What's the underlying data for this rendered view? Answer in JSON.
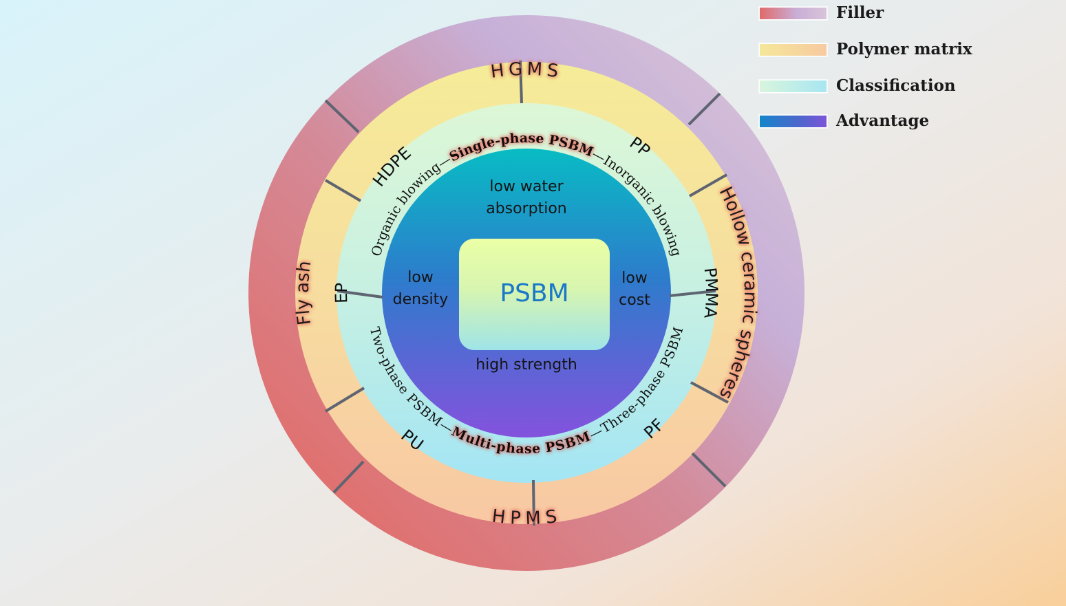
{
  "center": {
    "label": "PSBM"
  },
  "advantages": {
    "top_line1": "low water",
    "top_line2": "absorption",
    "left_line1": "low",
    "left_line2": "density",
    "right_line1": "low",
    "right_line2": "cost",
    "bottom": "high strength"
  },
  "classification": {
    "single_phase": "Single-phase PSBM",
    "organic_blowing": "Organic blowing",
    "inorganic_blowing": "Inorganic blowing",
    "multi_phase": "Multi-phase PSBM",
    "two_phase": "Two-phase PSBM",
    "three_phase": "Three-phase PSBM"
  },
  "polymer_matrix": [
    "HDPE",
    "PP",
    "PMMA",
    "PF",
    "PU",
    "EP"
  ],
  "fillers": {
    "hgms": "HGMS",
    "hollow_ceramic": "Hollow ceramic spheres",
    "hpms": "HPMS",
    "fly_ash": "Fly ash"
  },
  "legend": [
    {
      "label": "Filler",
      "colors": [
        "#e06a6a",
        "#c9aed6"
      ]
    },
    {
      "label": "Polymer matrix",
      "colors": [
        "#f5e79a",
        "#f7caa0"
      ]
    },
    {
      "label": "Classification",
      "colors": [
        "#d8f5dc",
        "#a8e6f2"
      ]
    },
    {
      "label": "Advantage",
      "colors": [
        "#1585c9",
        "#7c55d9"
      ]
    }
  ],
  "colors": {
    "center_text": "#1a78c8",
    "divider": "#5e6470",
    "highlight_glow": "#e8675e"
  }
}
